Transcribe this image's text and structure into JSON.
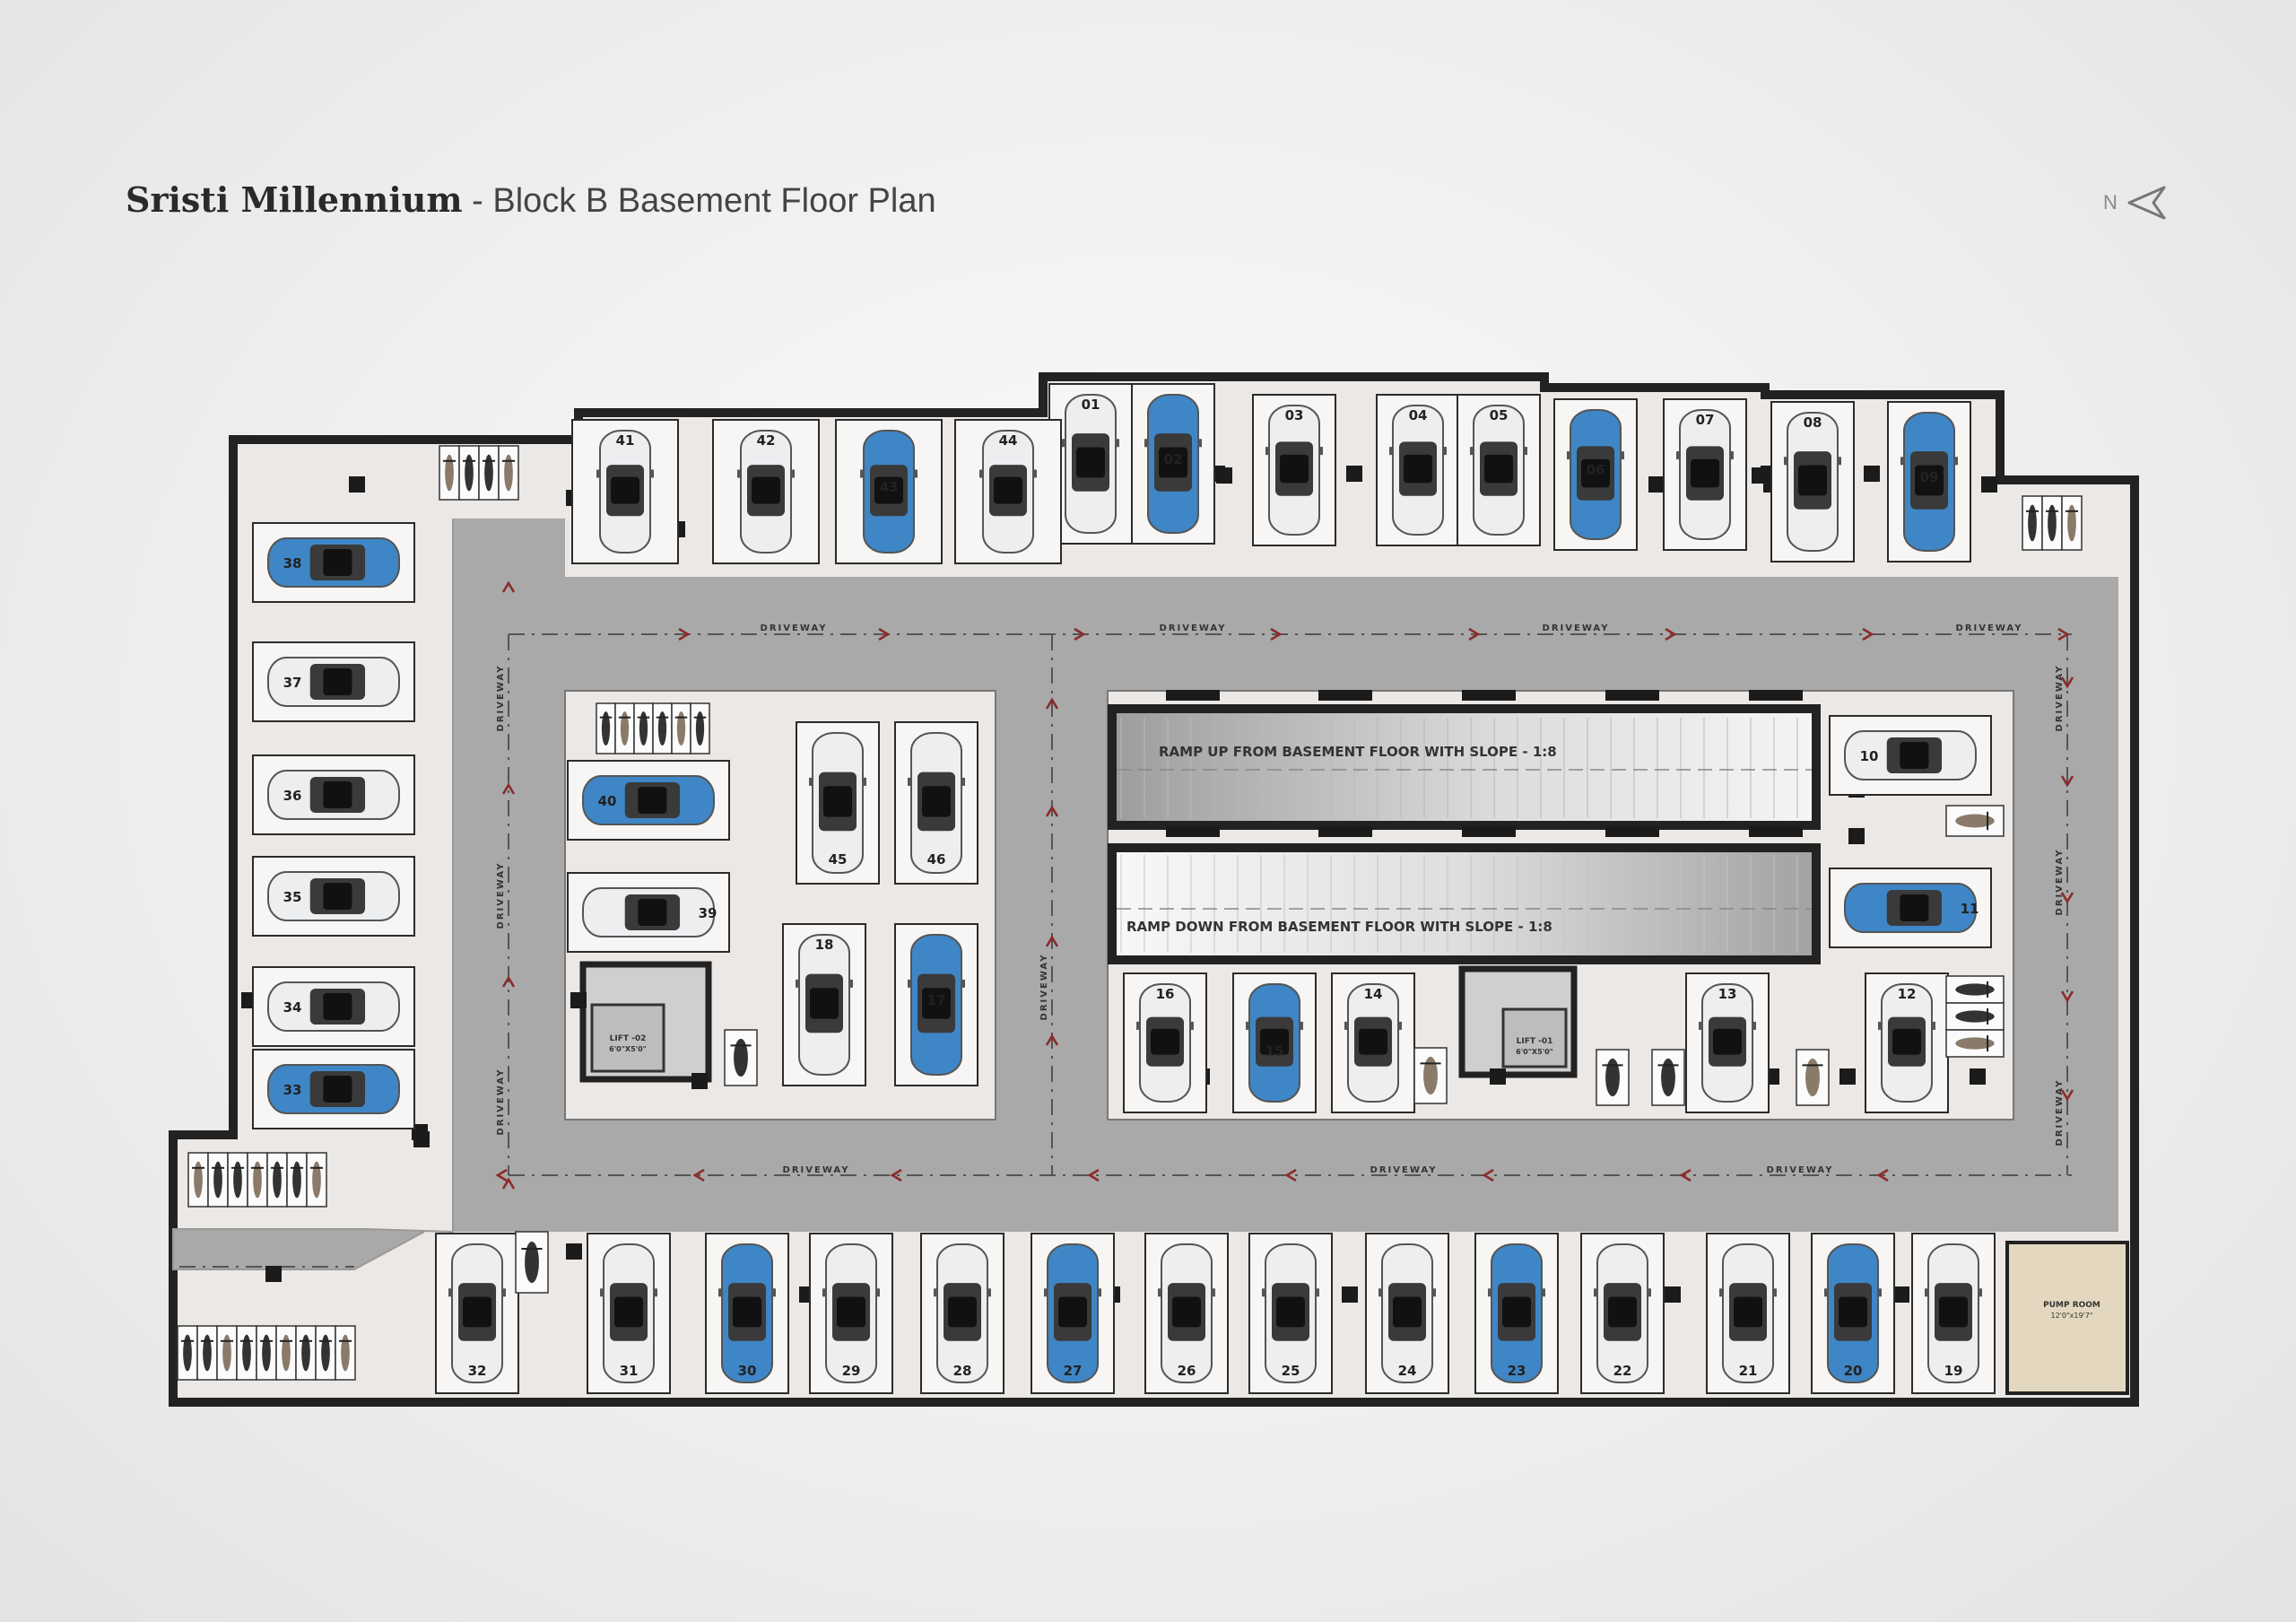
{
  "header": {
    "brand": "Sristi Millennium",
    "separator": " - ",
    "subtitle": "Block B Basement Floor Plan"
  },
  "compass": {
    "label": "N",
    "icon": "north-arrow-icon"
  },
  "labels": {
    "driveway": "DRIVEWAY",
    "ramp_up": "RAMP UP FROM BASEMENT FLOOR WITH SLOPE - 1:8",
    "ramp_down": "RAMP DOWN FROM BASEMENT FLOOR WITH SLOPE - 1:8",
    "lift1_name": "LIFT -01",
    "lift1_size": "6'0\"X5'0\"",
    "lift2_name": "LIFT -02",
    "lift2_size": "6'0\"X5'0\"",
    "pump_name": "PUMP ROOM",
    "pump_size": "12'0\"x19'7\""
  },
  "colors": {
    "car_blue": "#3f86c6",
    "car_white": "#eceef0",
    "driveway": "#a9a9a9",
    "floor": "#ebe8e5",
    "wall": "#222222",
    "arrow": "#8b2a2a",
    "pump_room": "#e3d8bf"
  },
  "parking_spots": [
    {
      "id": "01",
      "color": "white"
    },
    {
      "id": "02",
      "color": "blue"
    },
    {
      "id": "03",
      "color": "white"
    },
    {
      "id": "04",
      "color": "white"
    },
    {
      "id": "05",
      "color": "white"
    },
    {
      "id": "06",
      "color": "blue"
    },
    {
      "id": "07",
      "color": "white"
    },
    {
      "id": "08",
      "color": "white"
    },
    {
      "id": "09",
      "color": "blue"
    },
    {
      "id": "10",
      "color": "white"
    },
    {
      "id": "11",
      "color": "blue"
    },
    {
      "id": "12",
      "color": "white"
    },
    {
      "id": "13",
      "color": "white"
    },
    {
      "id": "14",
      "color": "white"
    },
    {
      "id": "15",
      "color": "blue"
    },
    {
      "id": "16",
      "color": "white"
    },
    {
      "id": "17",
      "color": "blue"
    },
    {
      "id": "18",
      "color": "white"
    },
    {
      "id": "19",
      "color": "white"
    },
    {
      "id": "20",
      "color": "blue"
    },
    {
      "id": "21",
      "color": "white"
    },
    {
      "id": "22",
      "color": "white"
    },
    {
      "id": "23",
      "color": "blue"
    },
    {
      "id": "24",
      "color": "white"
    },
    {
      "id": "25",
      "color": "white"
    },
    {
      "id": "26",
      "color": "white"
    },
    {
      "id": "27",
      "color": "blue"
    },
    {
      "id": "28",
      "color": "white"
    },
    {
      "id": "29",
      "color": "white"
    },
    {
      "id": "30",
      "color": "blue"
    },
    {
      "id": "31",
      "color": "white"
    },
    {
      "id": "32",
      "color": "white"
    },
    {
      "id": "33",
      "color": "blue"
    },
    {
      "id": "34",
      "color": "white"
    },
    {
      "id": "35",
      "color": "white"
    },
    {
      "id": "36",
      "color": "white"
    },
    {
      "id": "37",
      "color": "white"
    },
    {
      "id": "38",
      "color": "blue"
    },
    {
      "id": "39",
      "color": "white"
    },
    {
      "id": "40",
      "color": "blue"
    },
    {
      "id": "41",
      "color": "white"
    },
    {
      "id": "42",
      "color": "white"
    },
    {
      "id": "43",
      "color": "blue"
    },
    {
      "id": "44",
      "color": "white"
    },
    {
      "id": "45",
      "color": "white"
    },
    {
      "id": "46",
      "color": "white"
    }
  ]
}
